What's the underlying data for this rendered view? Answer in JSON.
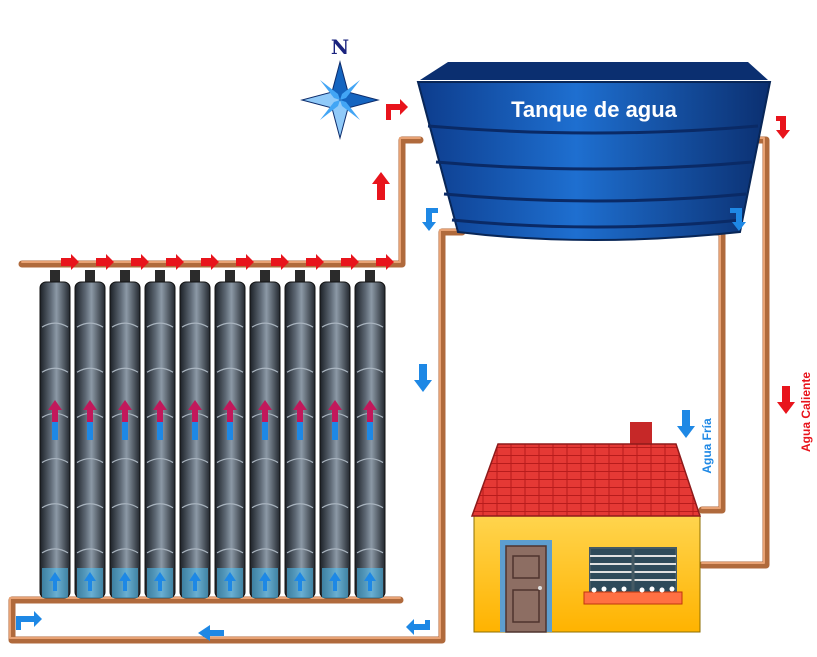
{
  "labels": {
    "tank": "Tanque de agua",
    "north": "N",
    "cold_water": "Agua Fría",
    "hot_water": "Agua Caliente"
  },
  "colors": {
    "hot": "#e8141c",
    "cold": "#1e88e5",
    "pipe": "#b06a3c",
    "tank": "#1565c0",
    "roof": "#d32f2f",
    "wall": "#ffc107"
  },
  "collector": {
    "column_count": 10,
    "bottles_per_column": 7
  }
}
